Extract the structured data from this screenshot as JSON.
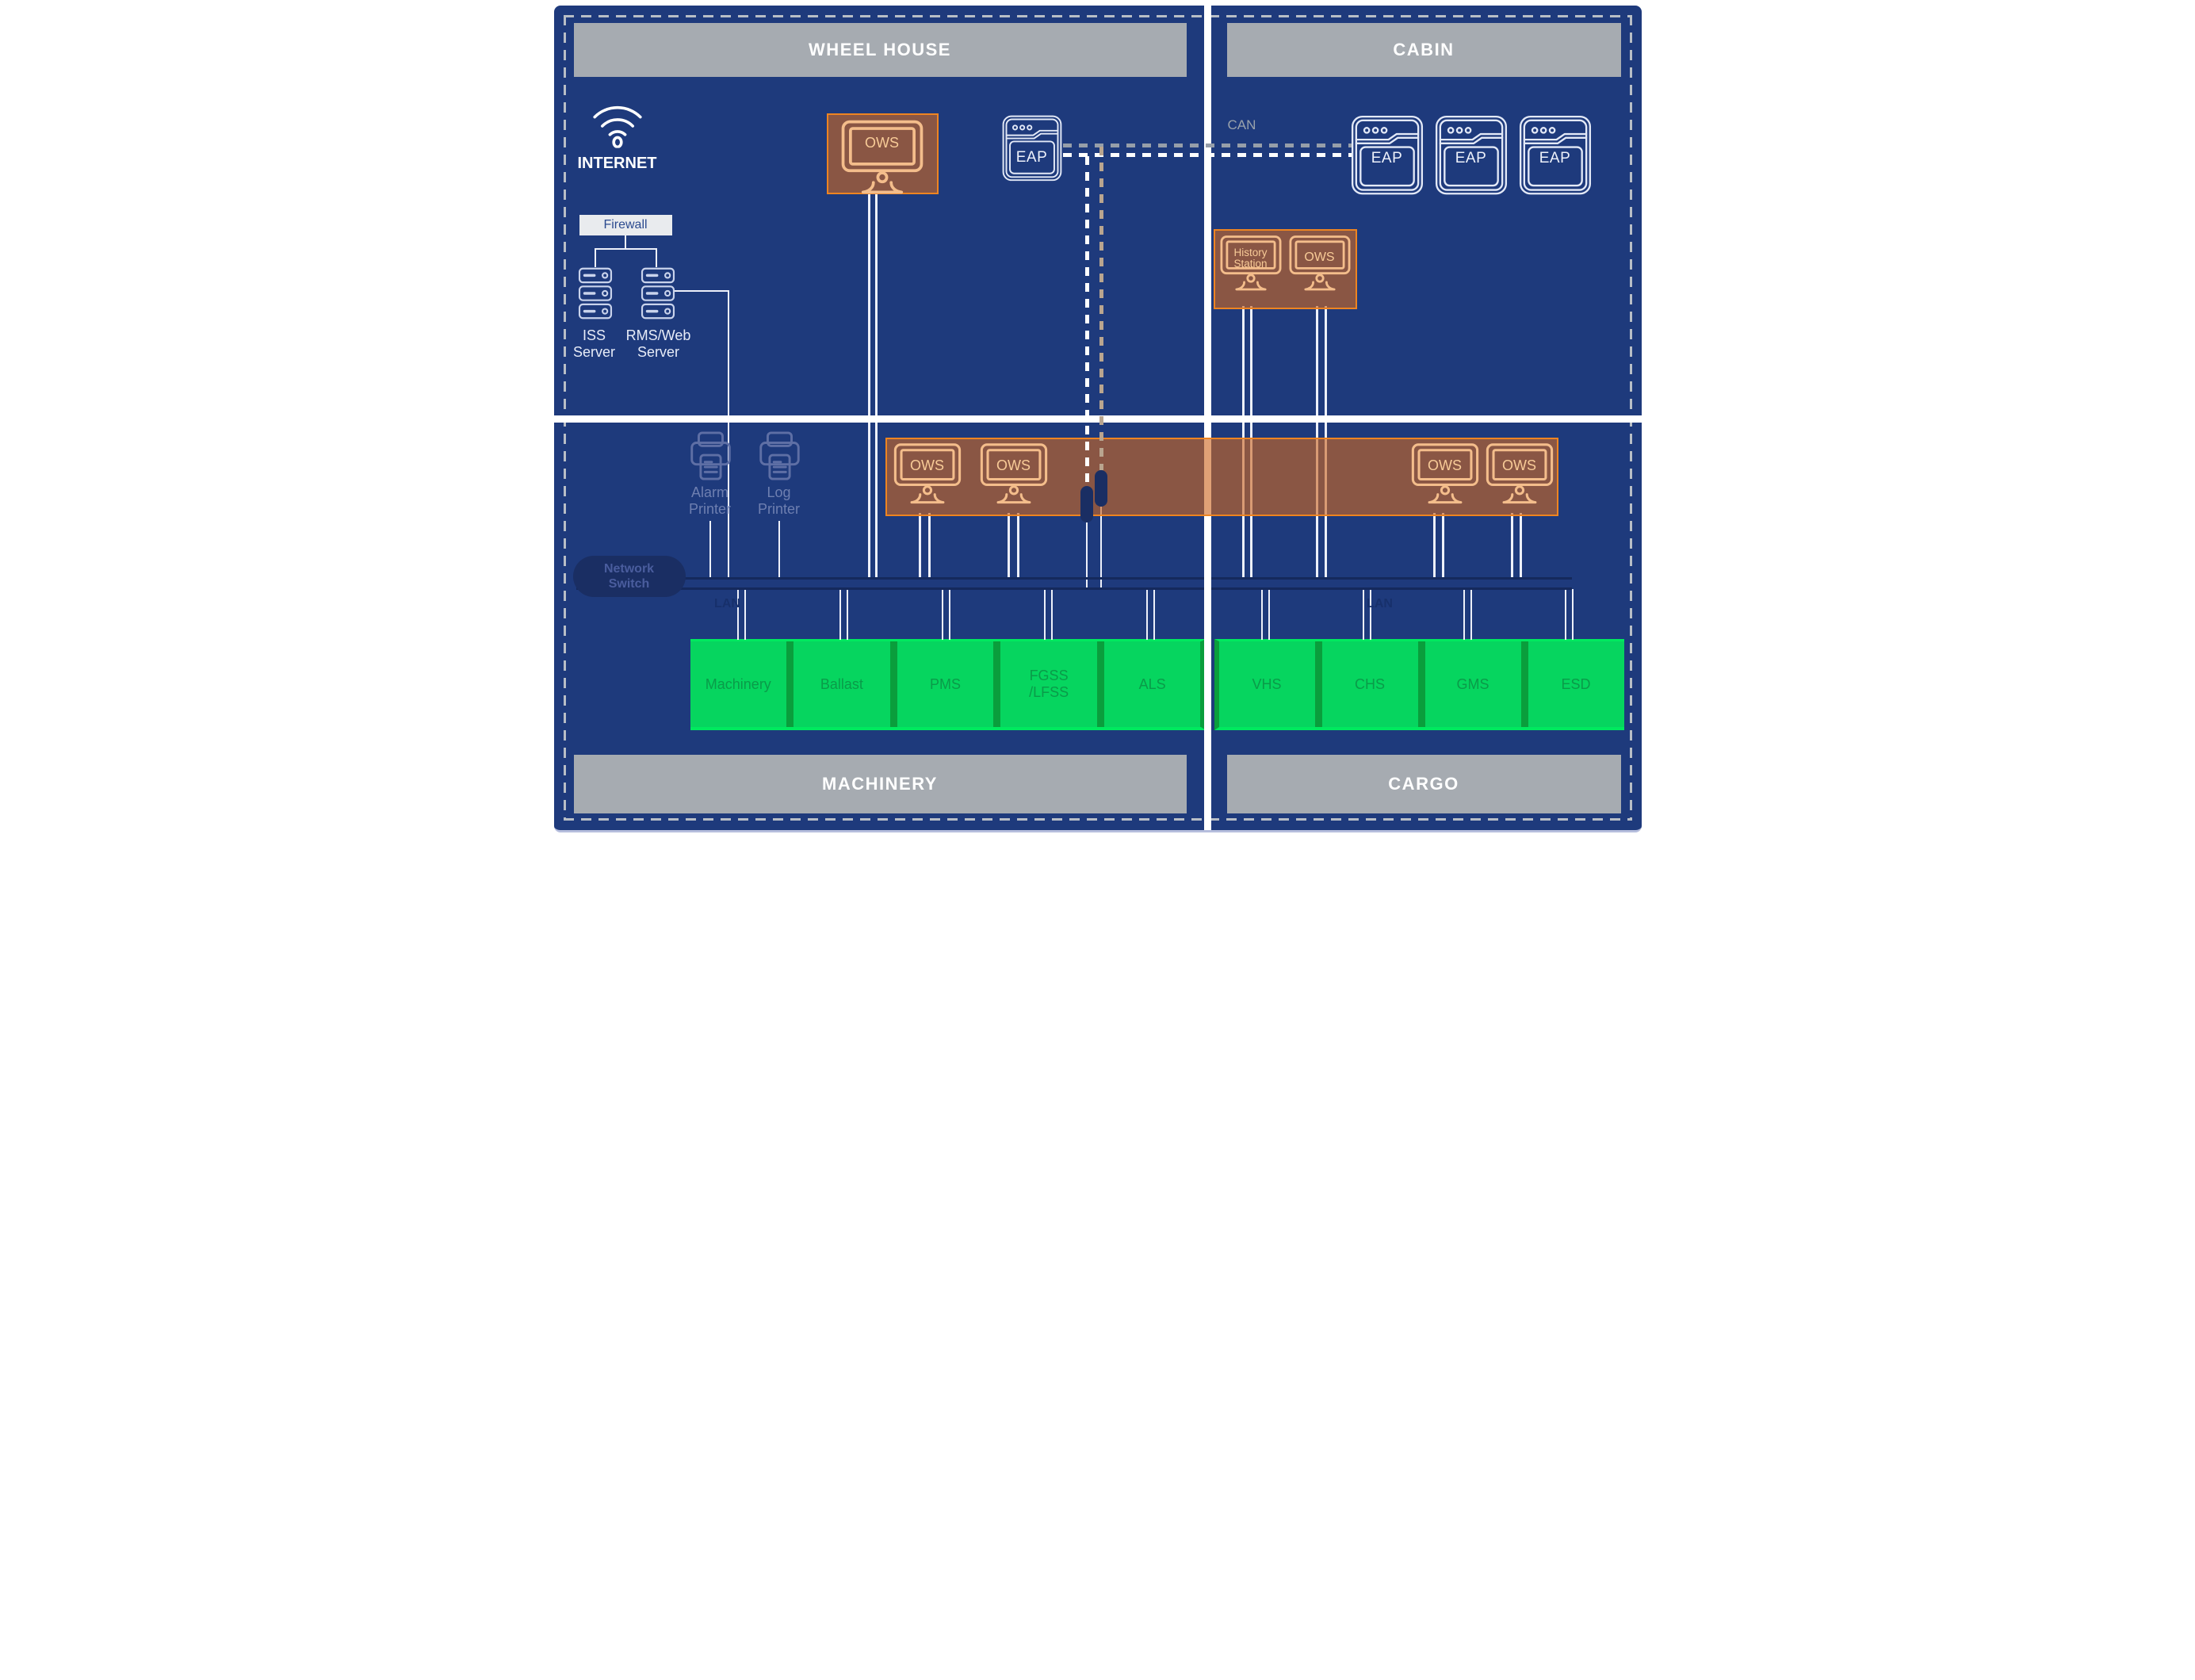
{
  "colors": {
    "canvas_navy": "#1e3a7c",
    "accent_orange": "#ee8421",
    "system_green": "#06d55f",
    "header_gray": "#a6abb1",
    "divider_white": "#ffffff",
    "dashed_border_gray": "#b8bec6",
    "network_dark_navy": "#1a2e63"
  },
  "headers": {
    "wheel_house": "WHEEL HOUSE",
    "cabin": "CABIN",
    "machinery": "MACHINERY",
    "cargo": "CARGO"
  },
  "wheel_house": {
    "internet_label": "INTERNET",
    "firewall_label": "Firewall",
    "iss_server_label_line1": "ISS",
    "iss_server_label_line2": "Server",
    "rms_server_label_line1": "RMS/Web",
    "rms_server_label_line2": "Server",
    "ows_label": "OWS",
    "eap_label": "EAP"
  },
  "cabin": {
    "can_label": "CAN",
    "eap_label_1": "EAP",
    "eap_label_2": "EAP",
    "eap_label_3": "EAP",
    "history_station_line1": "History",
    "history_station_line2": "Station",
    "ows_label": "OWS"
  },
  "machinery_room": {
    "alarm_printer_line1": "Alarm",
    "alarm_printer_line2": "Printer",
    "log_printer_line1": "Log",
    "log_printer_line2": "Printer",
    "network_switch_line1": "Network",
    "network_switch_line2": "Switch",
    "lan_label": "LAN",
    "band_ows_label_1": "OWS",
    "band_ows_label_2": "OWS"
  },
  "cargo_room": {
    "lan_label": "LAN",
    "band_ows_label_1": "OWS",
    "band_ows_label_2": "OWS"
  },
  "systems": {
    "machinery": "Machinery",
    "ballast": "Ballast",
    "pms": "PMS",
    "fgss_line1": "FGSS",
    "fgss_line2": "/LFSS",
    "als": "ALS",
    "vhs": "VHS",
    "chs": "CHS",
    "gms": "GMS",
    "esd": "ESD"
  }
}
